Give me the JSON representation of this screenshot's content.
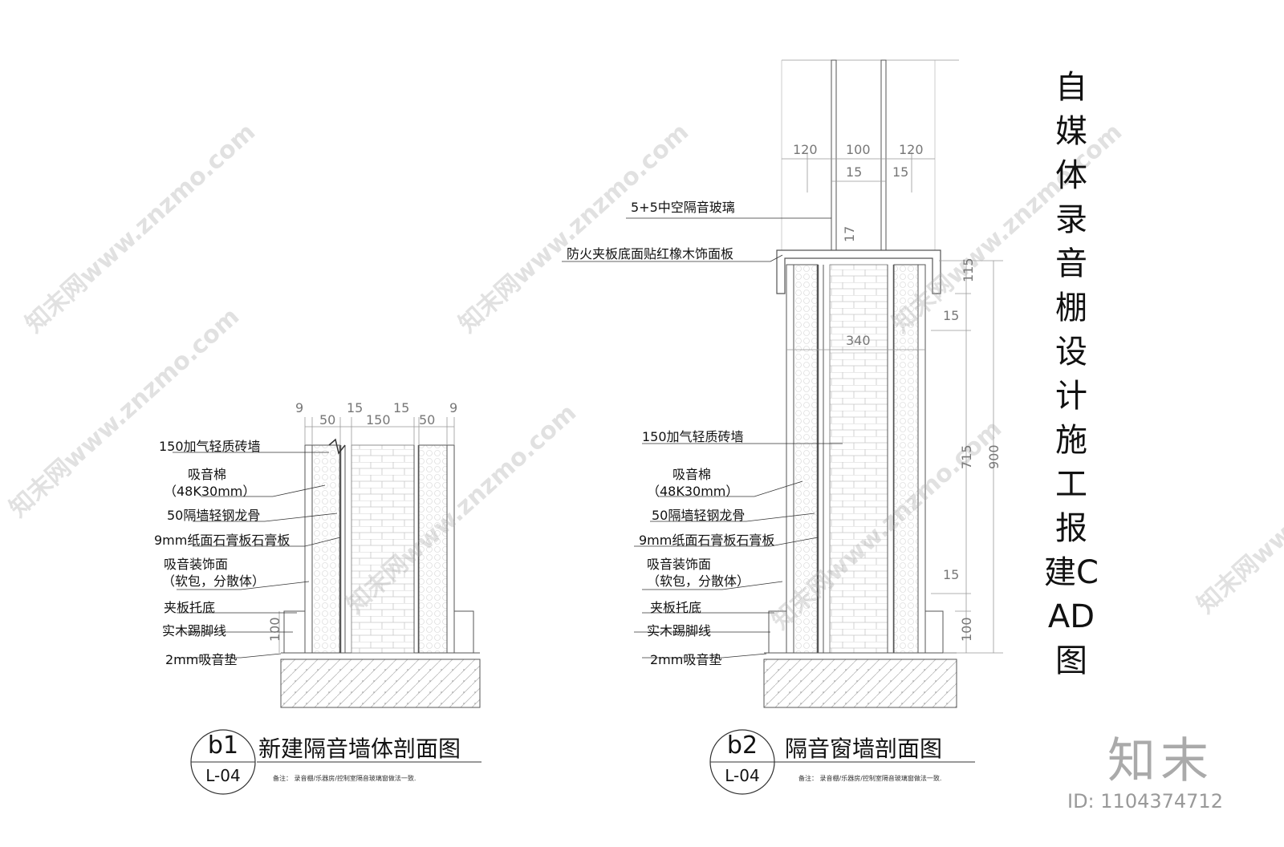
{
  "title": "自媒体录音棚设计施工报建CAD图",
  "brand": "知末",
  "image_id": "ID: 1104374712",
  "watermark": "知末网www.znzmo.com",
  "b1": {
    "mark_id": "b1",
    "mark_ref": "L-04",
    "title": "新建隔音墙体剖面图",
    "note": "备注：  录音棚/乐器房/控制室隔音玻璃窗做法一致.",
    "dims_top": [
      "9",
      "50",
      "15",
      "150",
      "15",
      "50",
      "9"
    ],
    "dim_side": "100",
    "labels": [
      "150加气轻质砖墙",
      "吸音棉",
      "（48K30mm）",
      "50隔墙轻钢龙骨",
      "9mm纸面石膏板石膏板",
      "吸音装饰面",
      "（软包，分散体）",
      "夹板托底",
      "实木踢脚线",
      "2mm吸音垫"
    ]
  },
  "b2": {
    "mark_id": "b2",
    "mark_ref": "L-04",
    "title": "隔音窗墙剖面图",
    "note": "备注：  录音棚/乐器房/控制室隔音玻璃窗做法一致.",
    "dims_top": [
      "120",
      "100",
      "120"
    ],
    "dims_sub": [
      "15",
      "15"
    ],
    "dim_17": "17",
    "dim_340": "340",
    "dims_right": [
      "115",
      "15",
      "715",
      "900",
      "15",
      "100"
    ],
    "labels_upper": [
      "5+5中空隔音玻璃",
      "防火夹板底面贴红橡木饰面板"
    ],
    "labels": [
      "150加气轻质砖墙",
      "吸音棉",
      "（48K30mm）",
      "50隔墙轻钢龙骨",
      "9mm纸面石膏板石膏板",
      "吸音装饰面",
      "（软包，分散体）",
      "夹板托底",
      "实木踢脚线",
      "2mm吸音垫"
    ]
  }
}
